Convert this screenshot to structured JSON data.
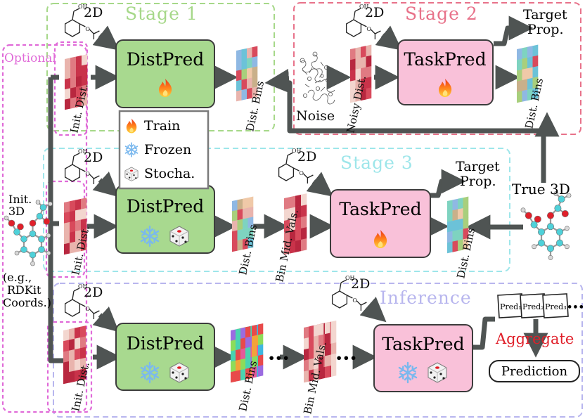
{
  "stages": {
    "stage1": "Stage 1",
    "stage2": "Stage 2",
    "stage3": "Stage 3",
    "inference": "Inference",
    "optional": "Optional"
  },
  "modules": {
    "distpred": "DistPred",
    "taskpred": "TaskPred"
  },
  "labels": {
    "twod": "2D",
    "oh": "OH",
    "o": "O",
    "init_dist": "Init. Dist.",
    "dist_bins": "Dist. Bins",
    "noisy_dist": "Noisy Dist.",
    "noise": "Noise",
    "bin_mid_vals": "Bin Mid. Vals.",
    "target_prop_1": "Target",
    "target_prop_2": "Prop.",
    "true_3d": "True 3D",
    "init_3d_1": "Init.",
    "init_3d_2": "3D",
    "eg_1": "(e.g.,",
    "eg_2": "RDKit",
    "eg_3": "Coords.)",
    "aggregate": "Aggregate",
    "prediction": "Prediction",
    "pred1": "Pred₁",
    "pred2": "Pred₂",
    "pred3": "Pred₃",
    "ellipsis": "•••",
    "dots": "•••"
  },
  "legend": {
    "train": "Train",
    "frozen": "Frozen",
    "stocha": "Stocha."
  },
  "colors": {
    "stage1": "#a6d889",
    "stage2": "#e8728a",
    "stage3": "#9ee6ea",
    "inference": "#b8b6ee",
    "optional": "#e06ad8",
    "distpred_fill": "#a8d98f",
    "taskpred_fill": "#f9c1d9",
    "aggregate": "#e0202a",
    "arrow": "#4f5453"
  }
}
